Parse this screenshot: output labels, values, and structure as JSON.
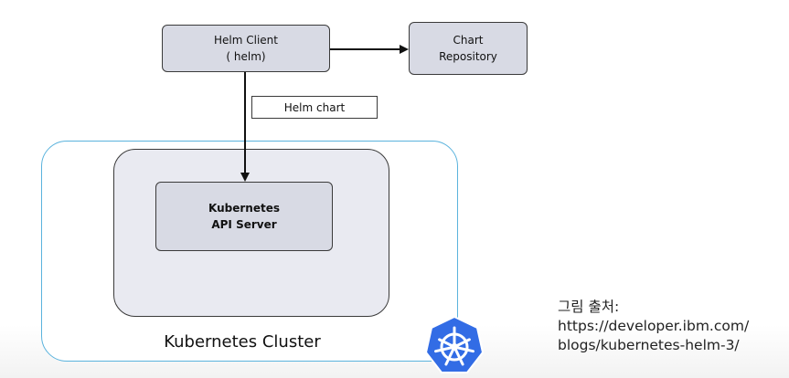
{
  "diagram": {
    "helm_client": {
      "line1": "Helm Client",
      "line2": "( helm)"
    },
    "chart_repository": {
      "line1": "Chart",
      "line2": "Repository"
    },
    "helm_chart_label": "Helm chart",
    "api_server": {
      "line1": "Kubernetes",
      "line2": "API Server"
    },
    "cluster_label": "Kubernetes Cluster",
    "logo_icon": "kubernetes-helm-wheel-icon",
    "colors": {
      "box_fill": "#d8dae4",
      "node_fill": "#e9eaf1",
      "cluster_border": "#5bb3dd",
      "logo_blue": "#326ce5"
    }
  },
  "source_caption": {
    "line1": "그림 출처:",
    "line2": "https://developer.ibm.com/",
    "line3": "blogs/kubernetes-helm-3/"
  }
}
